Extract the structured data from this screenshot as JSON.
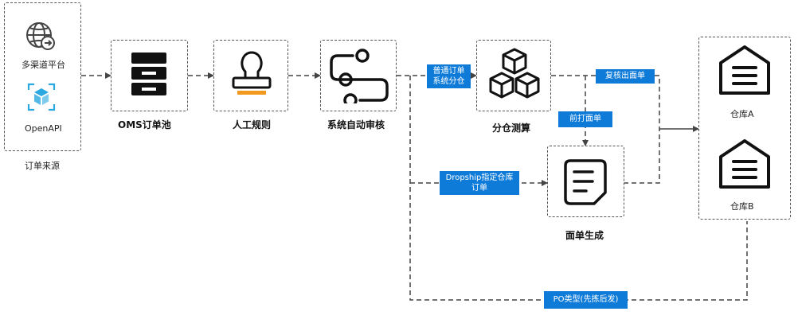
{
  "sources": {
    "multi_channel": "多渠道平台",
    "openapi": "OpenAPI",
    "group_label": "订单来源"
  },
  "nodes": {
    "oms_pool": "OMS订单池",
    "manual_rules": "人工规则",
    "auto_review": "系统自动审核",
    "warehouse_calc": "分仓测算",
    "label_gen": "面单生成",
    "warehouse_a": "仓库A",
    "warehouse_b": "仓库B"
  },
  "tags": {
    "normal_order": "普通订单系统分仓",
    "recheck_label": "复核出面单",
    "preprint_label": "前打面单",
    "dropship": "Dropship指定仓库订单",
    "po_type": "PO类型(先拣后发)"
  },
  "colors": {
    "accent": "#0f7bd8",
    "icon_blue": "#2aa8e0",
    "icon_orange": "#f39a1e",
    "line": "#444444"
  }
}
